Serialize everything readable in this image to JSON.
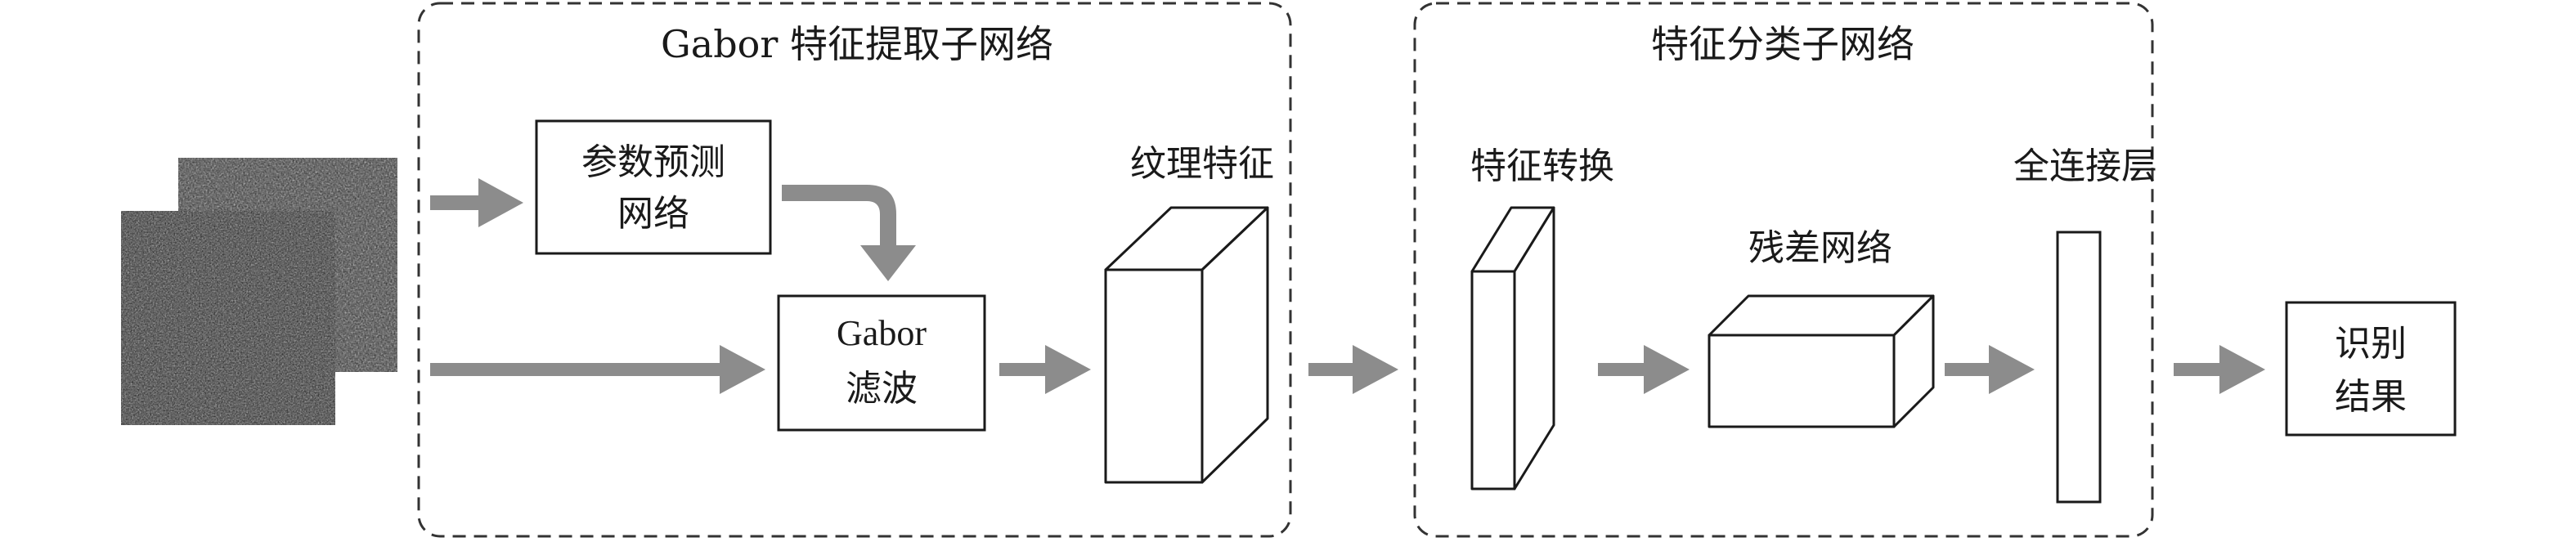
{
  "groups": {
    "extraction": {
      "title": "Gabor 特征提取子网络"
    },
    "classification": {
      "title": "特征分类子网络"
    }
  },
  "nodes": {
    "param_net": {
      "line1": "参数预测",
      "line2": "网络"
    },
    "gabor_filter": {
      "line1": "Gabor",
      "line2": "滤波"
    },
    "texture_feature": {
      "label": "纹理特征"
    },
    "feature_transform": {
      "label": "特征转换"
    },
    "residual_net": {
      "label": "残差网络"
    },
    "fc_layer": {
      "label": "全连接层"
    },
    "result": {
      "line1": "识别",
      "line2": "结果"
    }
  },
  "colors": {
    "arrow": "#8c8c8c",
    "stroke": "#1a1a1a",
    "dashed_border": "#333333",
    "image_bg": "#2a2a2a"
  }
}
